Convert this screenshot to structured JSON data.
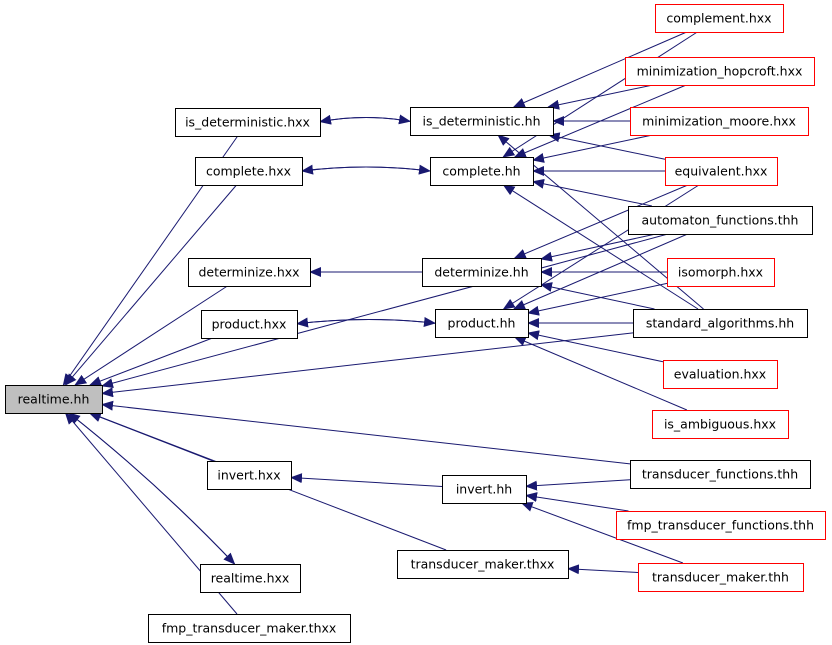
{
  "colors": {
    "edge": "#191970",
    "normal_border": "#000000",
    "external_border": "#ff0000",
    "focus_fill": "#bfbfbf",
    "fill": "#ffffff"
  },
  "nodes": [
    {
      "id": "realtime_hh",
      "label": "realtime.hh",
      "kind": "focus"
    },
    {
      "id": "is_det_hxx",
      "label": "is_deterministic.hxx",
      "kind": "normal"
    },
    {
      "id": "complete_hxx",
      "label": "complete.hxx",
      "kind": "normal"
    },
    {
      "id": "determinize_hxx",
      "label": "determinize.hxx",
      "kind": "normal"
    },
    {
      "id": "product_hxx",
      "label": "product.hxx",
      "kind": "normal"
    },
    {
      "id": "invert_hxx",
      "label": "invert.hxx",
      "kind": "normal"
    },
    {
      "id": "realtime_hxx",
      "label": "realtime.hxx",
      "kind": "normal"
    },
    {
      "id": "fmp_tm_thxx",
      "label": "fmp_transducer_maker.thxx",
      "kind": "normal"
    },
    {
      "id": "is_det_hh",
      "label": "is_deterministic.hh",
      "kind": "normal"
    },
    {
      "id": "complete_hh",
      "label": "complete.hh",
      "kind": "normal"
    },
    {
      "id": "determinize_hh",
      "label": "determinize.hh",
      "kind": "normal"
    },
    {
      "id": "product_hh",
      "label": "product.hh",
      "kind": "normal"
    },
    {
      "id": "invert_hh",
      "label": "invert.hh",
      "kind": "normal"
    },
    {
      "id": "tm_thxx",
      "label": "transducer_maker.thxx",
      "kind": "normal"
    },
    {
      "id": "complement_hxx",
      "label": "complement.hxx",
      "kind": "external"
    },
    {
      "id": "min_hop_hxx",
      "label": "minimization_hopcroft.hxx",
      "kind": "external"
    },
    {
      "id": "min_moore_hxx",
      "label": "minimization_moore.hxx",
      "kind": "external"
    },
    {
      "id": "equivalent_hxx",
      "label": "equivalent.hxx",
      "kind": "external"
    },
    {
      "id": "auto_fn_thh",
      "label": "automaton_functions.thh",
      "kind": "normal"
    },
    {
      "id": "isomorph_hxx",
      "label": "isomorph.hxx",
      "kind": "external"
    },
    {
      "id": "std_alg_hh",
      "label": "standard_algorithms.hh",
      "kind": "normal"
    },
    {
      "id": "evaluation_hxx",
      "label": "evaluation.hxx",
      "kind": "external"
    },
    {
      "id": "is_amb_hxx",
      "label": "is_ambiguous.hxx",
      "kind": "external"
    },
    {
      "id": "trans_fn_thh",
      "label": "transducer_functions.thh",
      "kind": "normal"
    },
    {
      "id": "fmp_trans_fn_thh",
      "label": "fmp_transducer_functions.thh",
      "kind": "external"
    },
    {
      "id": "tm_thh",
      "label": "transducer_maker.thh",
      "kind": "external"
    }
  ],
  "edges": [
    [
      "is_det_hxx",
      "realtime_hh"
    ],
    [
      "complete_hxx",
      "realtime_hh"
    ],
    [
      "auto_fn_thh",
      "realtime_hh"
    ],
    [
      "determinize_hxx",
      "realtime_hh"
    ],
    [
      "product_hxx",
      "realtime_hh"
    ],
    [
      "std_alg_hh",
      "realtime_hh"
    ],
    [
      "trans_fn_thh",
      "realtime_hh"
    ],
    [
      "invert_hxx",
      "realtime_hh"
    ],
    [
      "tm_thxx",
      "realtime_hh"
    ],
    [
      "realtime_hxx",
      "realtime_hh"
    ],
    [
      "fmp_tm_thxx",
      "realtime_hh"
    ],
    [
      "realtime_hh",
      "realtime_hxx"
    ],
    [
      "is_det_hh",
      "is_det_hxx"
    ],
    [
      "is_det_hxx",
      "is_det_hh"
    ],
    [
      "complete_hh",
      "complete_hxx"
    ],
    [
      "complete_hxx",
      "complete_hh"
    ],
    [
      "determinize_hh",
      "determinize_hxx"
    ],
    [
      "product_hh",
      "product_hxx"
    ],
    [
      "product_hxx",
      "product_hh"
    ],
    [
      "invert_hh",
      "invert_hxx"
    ],
    [
      "tm_thh",
      "tm_thxx"
    ],
    [
      "complement_hxx",
      "is_det_hh"
    ],
    [
      "min_hop_hxx",
      "is_det_hh"
    ],
    [
      "min_moore_hxx",
      "is_det_hh"
    ],
    [
      "equivalent_hxx",
      "is_det_hh"
    ],
    [
      "std_alg_hh",
      "is_det_hh"
    ],
    [
      "complement_hxx",
      "complete_hh"
    ],
    [
      "min_hop_hxx",
      "complete_hh"
    ],
    [
      "min_moore_hxx",
      "complete_hh"
    ],
    [
      "equivalent_hxx",
      "complete_hh"
    ],
    [
      "auto_fn_thh",
      "complete_hh"
    ],
    [
      "std_alg_hh",
      "complete_hh"
    ],
    [
      "equivalent_hxx",
      "determinize_hh"
    ],
    [
      "auto_fn_thh",
      "determinize_hh"
    ],
    [
      "isomorph_hxx",
      "determinize_hh"
    ],
    [
      "std_alg_hh",
      "determinize_hh"
    ],
    [
      "equivalent_hxx",
      "product_hh"
    ],
    [
      "auto_fn_thh",
      "product_hh"
    ],
    [
      "isomorph_hxx",
      "product_hh"
    ],
    [
      "std_alg_hh",
      "product_hh"
    ],
    [
      "evaluation_hxx",
      "product_hh"
    ],
    [
      "is_amb_hxx",
      "product_hh"
    ],
    [
      "trans_fn_thh",
      "invert_hh"
    ],
    [
      "fmp_trans_fn_thh",
      "invert_hh"
    ],
    [
      "tm_thh",
      "invert_hh"
    ]
  ]
}
